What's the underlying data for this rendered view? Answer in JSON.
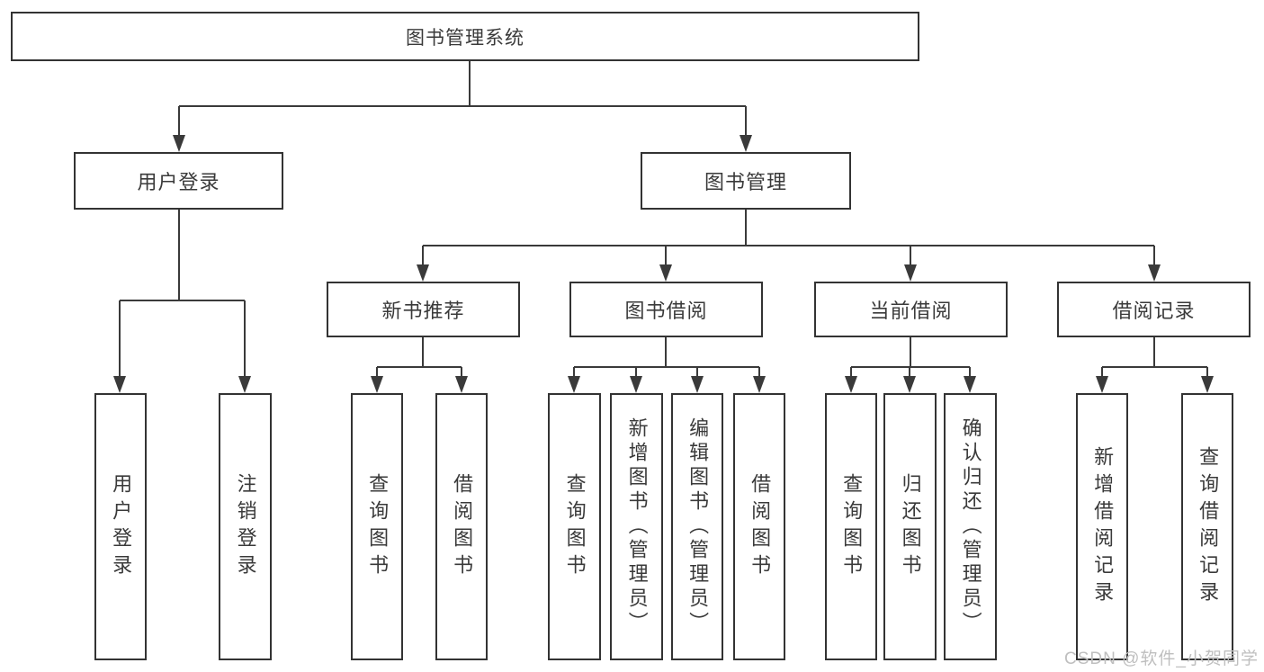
{
  "title": "图书管理系统",
  "watermark": "CSDN @软件_小贺同学",
  "colors": {
    "line": "#3a3a3a",
    "box_border": "#333333",
    "text": "#3a3a3a",
    "background": "#ffffff",
    "watermark": "#bfbfbf"
  },
  "hierarchy": {
    "label": "图书管理系统",
    "children": [
      {
        "label": "用户登录",
        "children": [
          {
            "label": "用户登录"
          },
          {
            "label": "注销登录"
          }
        ]
      },
      {
        "label": "图书管理",
        "children": [
          {
            "label": "新书推荐",
            "children": [
              {
                "label": "查询图书"
              },
              {
                "label": "借阅图书"
              }
            ]
          },
          {
            "label": "图书借阅",
            "children": [
              {
                "label": "查询图书"
              },
              {
                "label": "新增图书（管理员）"
              },
              {
                "label": "编辑图书（管理员）"
              },
              {
                "label": "借阅图书"
              }
            ]
          },
          {
            "label": "当前借阅",
            "children": [
              {
                "label": "查询图书"
              },
              {
                "label": "归还图书"
              },
              {
                "label": "确认归还（管理员）"
              }
            ]
          },
          {
            "label": "借阅记录",
            "children": [
              {
                "label": "新增借阅记录"
              },
              {
                "label": "查询借阅记录"
              }
            ]
          }
        ]
      }
    ]
  }
}
